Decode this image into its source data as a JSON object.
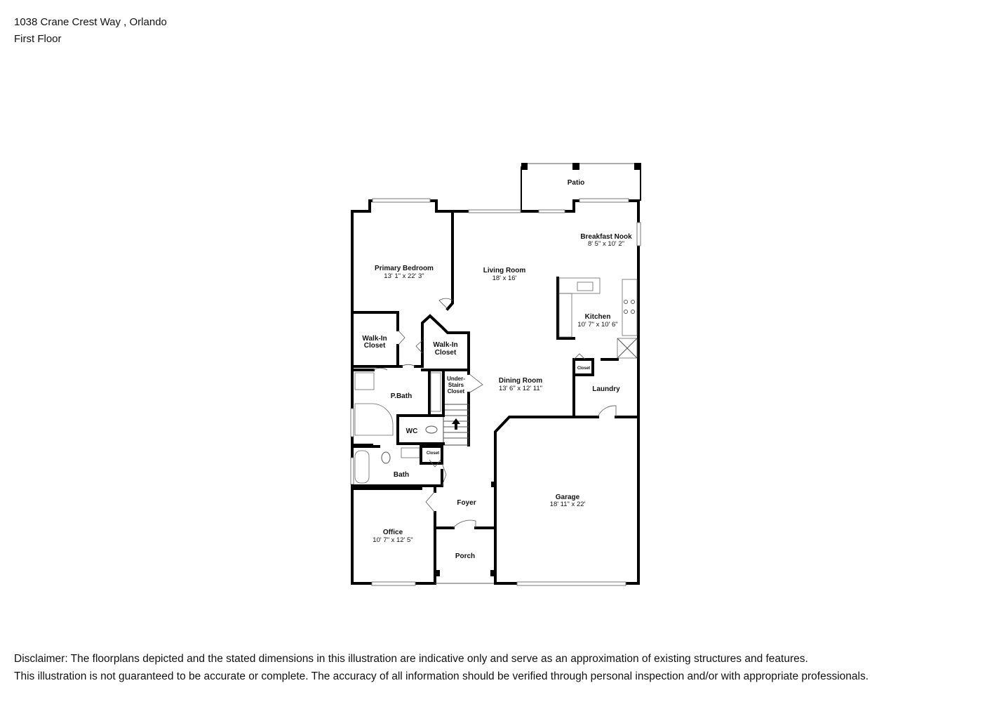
{
  "header": {
    "address": "1038 Crane Crest Way , Orlando",
    "floor": "First Floor"
  },
  "rooms": {
    "patio": {
      "name": "Patio"
    },
    "breakfast_nook": {
      "name": "Breakfast Nook",
      "dims": "8' 5\" x 10' 2\""
    },
    "primary_bedroom": {
      "name": "Primary Bedroom",
      "dims": "13' 1\" x 22' 3\""
    },
    "living_room": {
      "name": "Living Room",
      "dims": "18' x 16'"
    },
    "kitchen": {
      "name": "Kitchen",
      "dims": "10' 7\" x 10' 6\""
    },
    "walk_in_closet_1": {
      "line1": "Walk-In",
      "line2": "Closet"
    },
    "walk_in_closet_2": {
      "line1": "Walk-In",
      "line2": "Closet"
    },
    "closet_kitchen": {
      "name": "Closet"
    },
    "under_stairs_closet": {
      "line1": "Under-",
      "line2": "Stairs",
      "line3": "Closet"
    },
    "dining_room": {
      "name": "Dining Room",
      "dims": "13' 6\" x 12' 11\""
    },
    "laundry": {
      "name": "Laundry"
    },
    "p_bath": {
      "name": "P.Bath"
    },
    "wc": {
      "name": "WC"
    },
    "closet_bath": {
      "name": "Closet"
    },
    "bath": {
      "name": "Bath"
    },
    "garage": {
      "name": "Garage",
      "dims": "18' 11\" x 22'"
    },
    "foyer": {
      "name": "Foyer"
    },
    "office": {
      "name": "Office",
      "dims": "10' 7\" x 12' 5\""
    },
    "porch": {
      "name": "Porch"
    }
  },
  "disclaimer": {
    "line1": "Disclaimer: The floorplans depicted and the stated dimensions in this illustration are indicative only and serve as an approximation of existing structures and features.",
    "line2": "This illustration is not guaranteed to be accurate or complete. The accuracy of all information should be verified through personal inspection and/or with appropriate professionals."
  }
}
